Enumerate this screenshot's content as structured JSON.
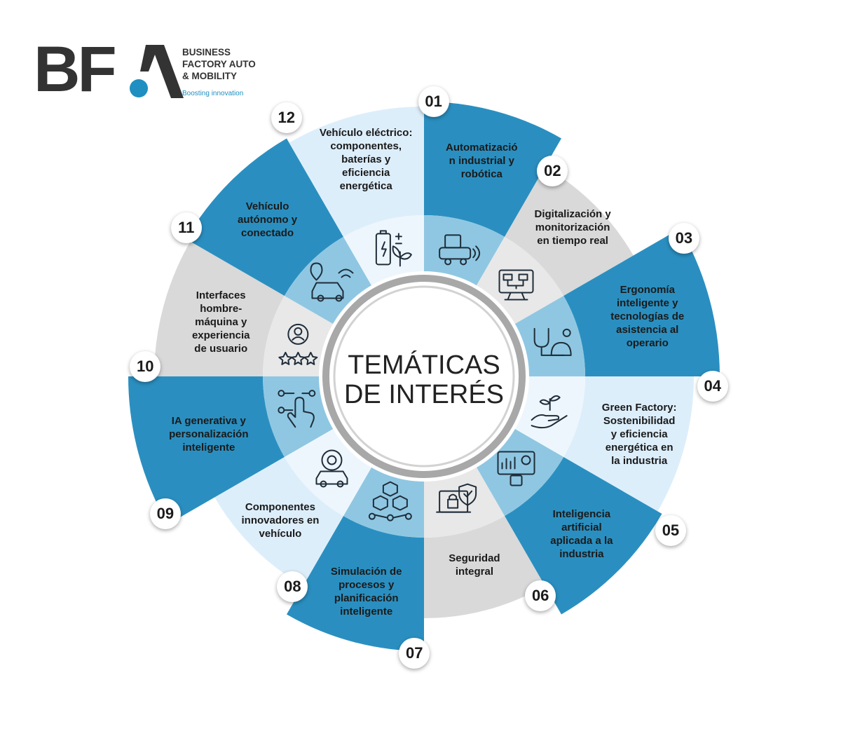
{
  "logo": {
    "letters": "BF",
    "line1": "BUSINESS",
    "line2": "FACTORY AUTO",
    "line3": "& MOBILITY",
    "tagline": "Boosting innovation"
  },
  "center": {
    "line1": "TEMÁTICAS",
    "line2": "DE INTERÉS"
  },
  "colors": {
    "blue": "#2a8fc0",
    "grey": "#d9d9d9",
    "light_blue": "#ddeefb",
    "dark_text": "#1a1a1a"
  },
  "topics": [
    {
      "number": "01",
      "icon": "robot-vehicle-icon",
      "lines": [
        "Automatizació",
        "n industrial y",
        "robótica"
      ]
    },
    {
      "number": "02",
      "icon": "monitor-flowchart-icon",
      "lines": [
        "Digitalización y",
        "monitorización",
        "en tiempo real"
      ]
    },
    {
      "number": "03",
      "icon": "stethoscope-helmet-icon",
      "lines": [
        "Ergonomía",
        "inteligente y",
        "tecnologías de",
        "asistencia al",
        "operario"
      ]
    },
    {
      "number": "04",
      "icon": "hand-plant-icon",
      "lines": [
        "Green Factory:",
        "Sostenibilidad",
        "y eficiencia",
        "energética en",
        "la industria"
      ]
    },
    {
      "number": "05",
      "icon": "ai-dashboard-icon",
      "lines": [
        "Inteligencia",
        "artificial",
        "aplicada a la",
        "industria"
      ]
    },
    {
      "number": "06",
      "icon": "laptop-shield-icon",
      "lines": [
        "Seguridad",
        "integral"
      ]
    },
    {
      "number": "07",
      "icon": "cubes-network-icon",
      "lines": [
        "Simulación de",
        "procesos y",
        "planificación",
        "inteligente"
      ]
    },
    {
      "number": "08",
      "icon": "car-gear-icon",
      "lines": [
        "Componentes",
        "innovadores en",
        "vehículo"
      ]
    },
    {
      "number": "09",
      "icon": "touch-network-icon",
      "lines": [
        "IA generativa y",
        "personalización",
        "inteligente"
      ]
    },
    {
      "number": "10",
      "icon": "user-rating-icon",
      "lines": [
        "Interfaces",
        "hombre-",
        "máquina y",
        "experiencia",
        "de usuario"
      ]
    },
    {
      "number": "11",
      "icon": "connected-car-icon",
      "lines": [
        "Vehículo",
        "autónomo y",
        "conectado"
      ]
    },
    {
      "number": "12",
      "icon": "battery-leaf-icon",
      "lines": [
        "Vehículo eléctrico:",
        "componentes,",
        "baterías y",
        "eficiencia",
        "energética"
      ]
    }
  ]
}
